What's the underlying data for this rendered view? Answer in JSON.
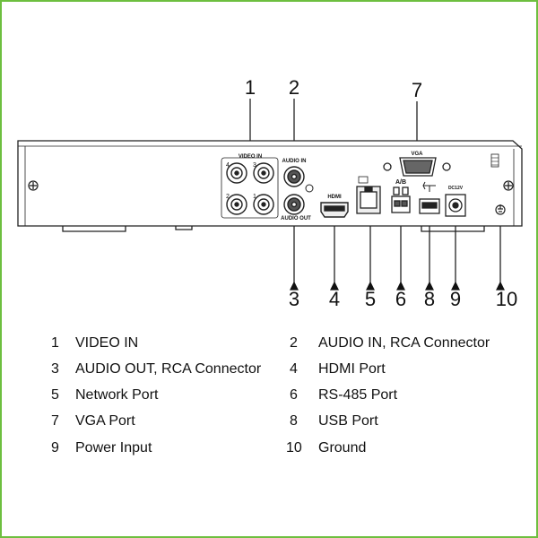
{
  "callouts": [
    "1",
    "2",
    "3",
    "4",
    "5",
    "6",
    "7",
    "8",
    "9",
    "10"
  ],
  "panel_labels": {
    "video_in": "VIDEO IN",
    "audio_in": "AUDIO IN",
    "audio_out": "AUDIO OUT",
    "vga": "VGA",
    "hdmi": "HDMI",
    "ab": "A/B",
    "dc": "DC12V",
    "bnc": [
      "4",
      "3",
      "2",
      "1"
    ]
  },
  "legend": [
    {
      "num": "1",
      "text": "VIDEO IN"
    },
    {
      "num": "2",
      "text": "AUDIO IN, RCA Connector"
    },
    {
      "num": "3",
      "text": "AUDIO OUT, RCA Connector"
    },
    {
      "num": "4",
      "text": "HDMI Port"
    },
    {
      "num": "5",
      "text": "Network Port"
    },
    {
      "num": "6",
      "text": "RS-485 Port"
    },
    {
      "num": "7",
      "text": "VGA Port"
    },
    {
      "num": "8",
      "text": "USB Port"
    },
    {
      "num": "9",
      "text": "Power Input"
    },
    {
      "num": "10",
      "text": "Ground"
    }
  ],
  "colors": {
    "border": "#6dbf3f",
    "line": "#111111"
  }
}
